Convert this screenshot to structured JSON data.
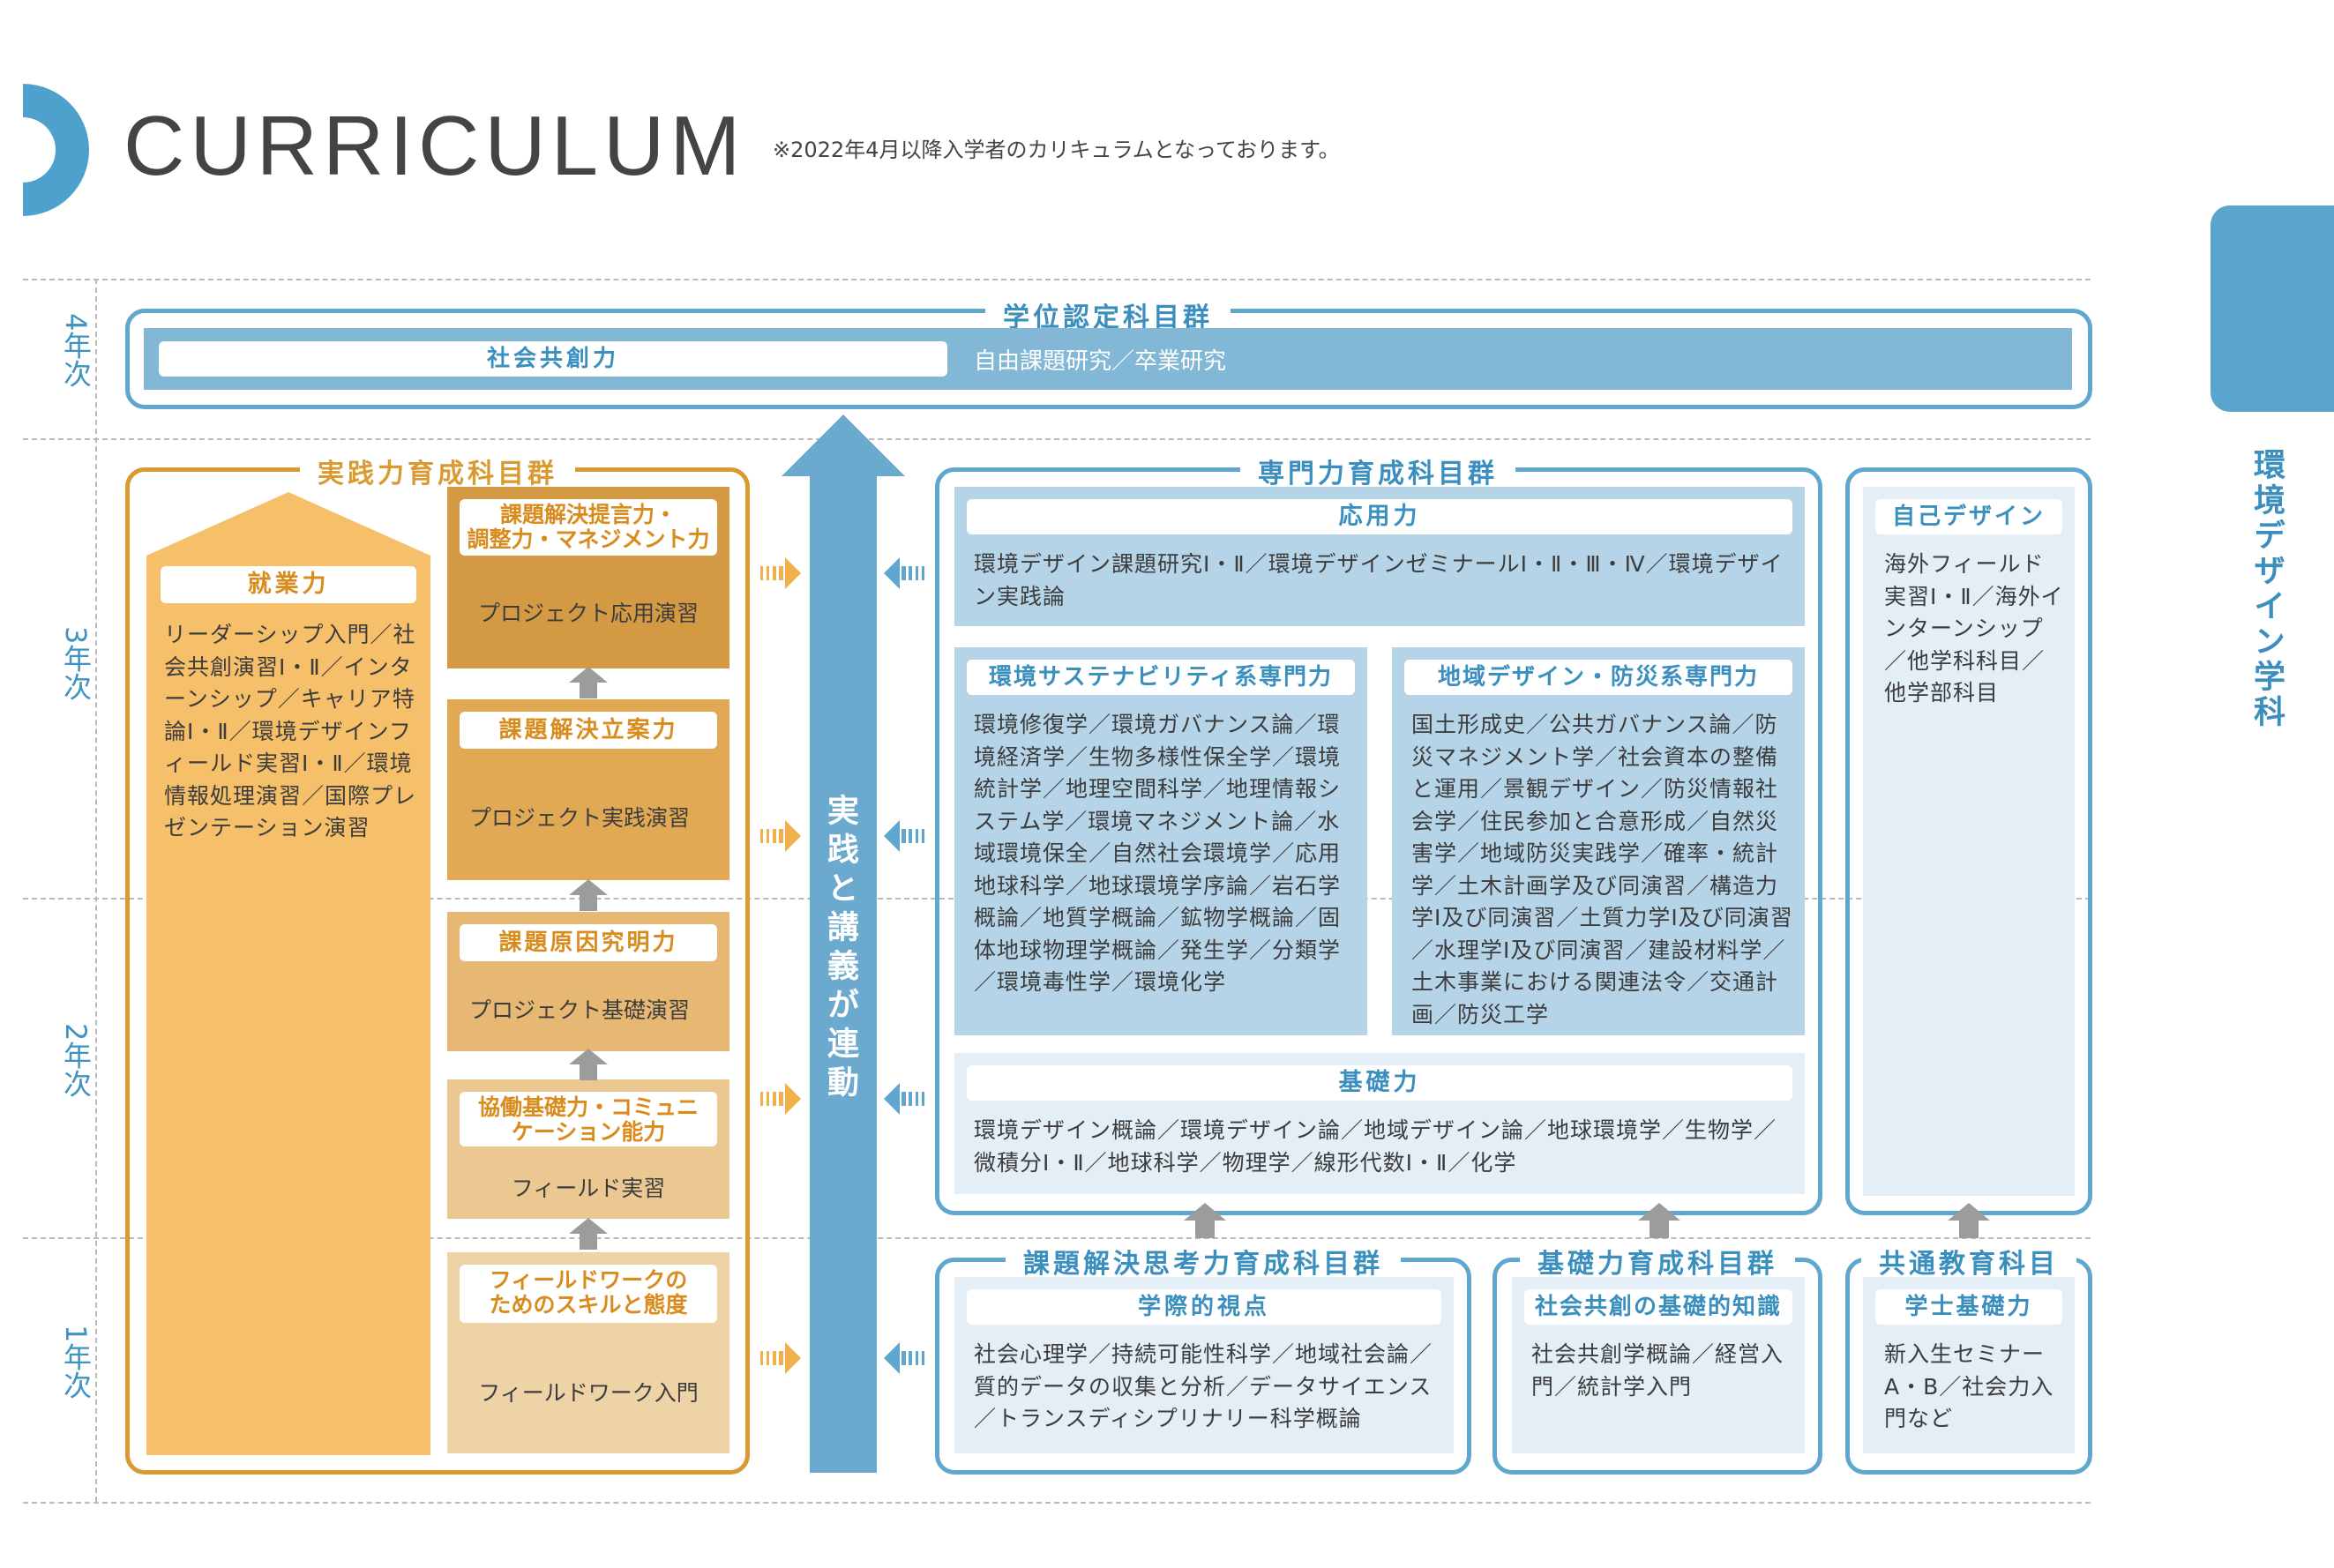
{
  "header": {
    "title": "CURRICULUM",
    "note": "※2022年4月以降入学者のカリキュラムとなっております。"
  },
  "side_tab": {
    "label": "環境デザイン学科"
  },
  "years": {
    "y4": "4年次",
    "y3": "3年次",
    "y2": "2年次",
    "y1": "1年次"
  },
  "degree": {
    "group_title": "学位認定科目群",
    "pill": "社会共創力",
    "text": "自由課題研究／卒業研究"
  },
  "practice": {
    "group_title": "実践力育成科目群",
    "employ": {
      "label": "就業力",
      "text": "リーダーシップ入門／社会共創演習Ⅰ・Ⅱ／インターンシップ／キャリア特論Ⅰ・Ⅱ／環境デザインフィールド実習Ⅰ・Ⅱ／環境情報処理演習／国際プレゼンテーション演習"
    },
    "steps": [
      {
        "label": "課題解決提言力・\n調整力・マネジメント力",
        "course": "プロジェクト応用演習"
      },
      {
        "label": "課題解決立案力",
        "course": "プロジェクト実践演習"
      },
      {
        "label": "課題原因究明力",
        "course": "プロジェクト基礎演習"
      },
      {
        "label": "協働基礎力・コミュニ\nケーション能力",
        "course": "フィールド実習"
      },
      {
        "label": "フィールドワークの\nためのスキルと態度",
        "course": "フィールドワーク入門"
      }
    ]
  },
  "center_arrow": {
    "label": "実践と講義が連動"
  },
  "specialty": {
    "group_title": "専門力育成科目群",
    "applied": {
      "label": "応用力",
      "text": "環境デザイン課題研究Ⅰ・Ⅱ／環境デザインゼミナールⅠ・Ⅱ・Ⅲ・Ⅳ／環境デザイン実践論"
    },
    "sustain": {
      "label": "環境サステナビリティ系専門力",
      "text": "環境修復学／環境ガバナンス論／環境経済学／生物多様性保全学／環境統計学／地理空間科学／地理情報システム学／環境マネジメント論／水域環境保全／自然社会環境学／応用地球科学／地球環境学序論／岩石学概論／地質学概論／鉱物学概論／固体地球物理学概論／発生学／分類学／環境毒性学／環境化学"
    },
    "regional": {
      "label": "地域デザイン・防災系専門力",
      "text": "国土形成史／公共ガバナンス論／防災マネジメント学／社会資本の整備と運用／景観デザイン／防災情報社会学／住民参加と合意形成／自然災害学／地域防災実践学／確率・統計学／土木計画学及び同演習／構造力学Ⅰ及び同演習／土質力学Ⅰ及び同演習／水理学Ⅰ及び同演習／建設材料学／土木事業における関連法令／交通計画／防災工学"
    },
    "basic": {
      "label": "基礎力",
      "text": "環境デザイン概論／環境デザイン論／地域デザイン論／地球環境学／生物学／微積分Ⅰ・Ⅱ／地球科学／物理学／線形代数Ⅰ・Ⅱ／化学"
    }
  },
  "self_design": {
    "label": "自己デザイン",
    "text": "海外フィールド実習Ⅰ・Ⅱ／海外インターンシップ／他学科科目／他学部科目"
  },
  "problem_solving": {
    "group_title": "課題解決思考力育成科目群",
    "label": "学際的視点",
    "text": "社会心理学／持続可能性科学／地域社会論／質的データの収集と分析／データサイエンス／トランスディシプリナリー科学概論"
  },
  "foundation": {
    "group_title": "基礎力育成科目群",
    "label": "社会共創の基礎的知識",
    "text": "社会共創学概論／経営入門／統計学入門"
  },
  "common": {
    "group_title": "共通教育科目",
    "label": "学士基礎力",
    "text": "新入生セミナーA・B／社会力入門など"
  },
  "colors": {
    "blue_frame": "#5fa7cf",
    "blue_dark": "#3b8fbe",
    "blue_panel": "#b6d4e8",
    "blue_light": "#e3eef6",
    "orange_frame": "#d99a32",
    "orange_light": "#f6bf6a",
    "step_dark": "#d49a43",
    "step_mid": "#e7b362",
    "step_light": "#edd3a6",
    "arrow_gray": "#9c9c9c"
  }
}
